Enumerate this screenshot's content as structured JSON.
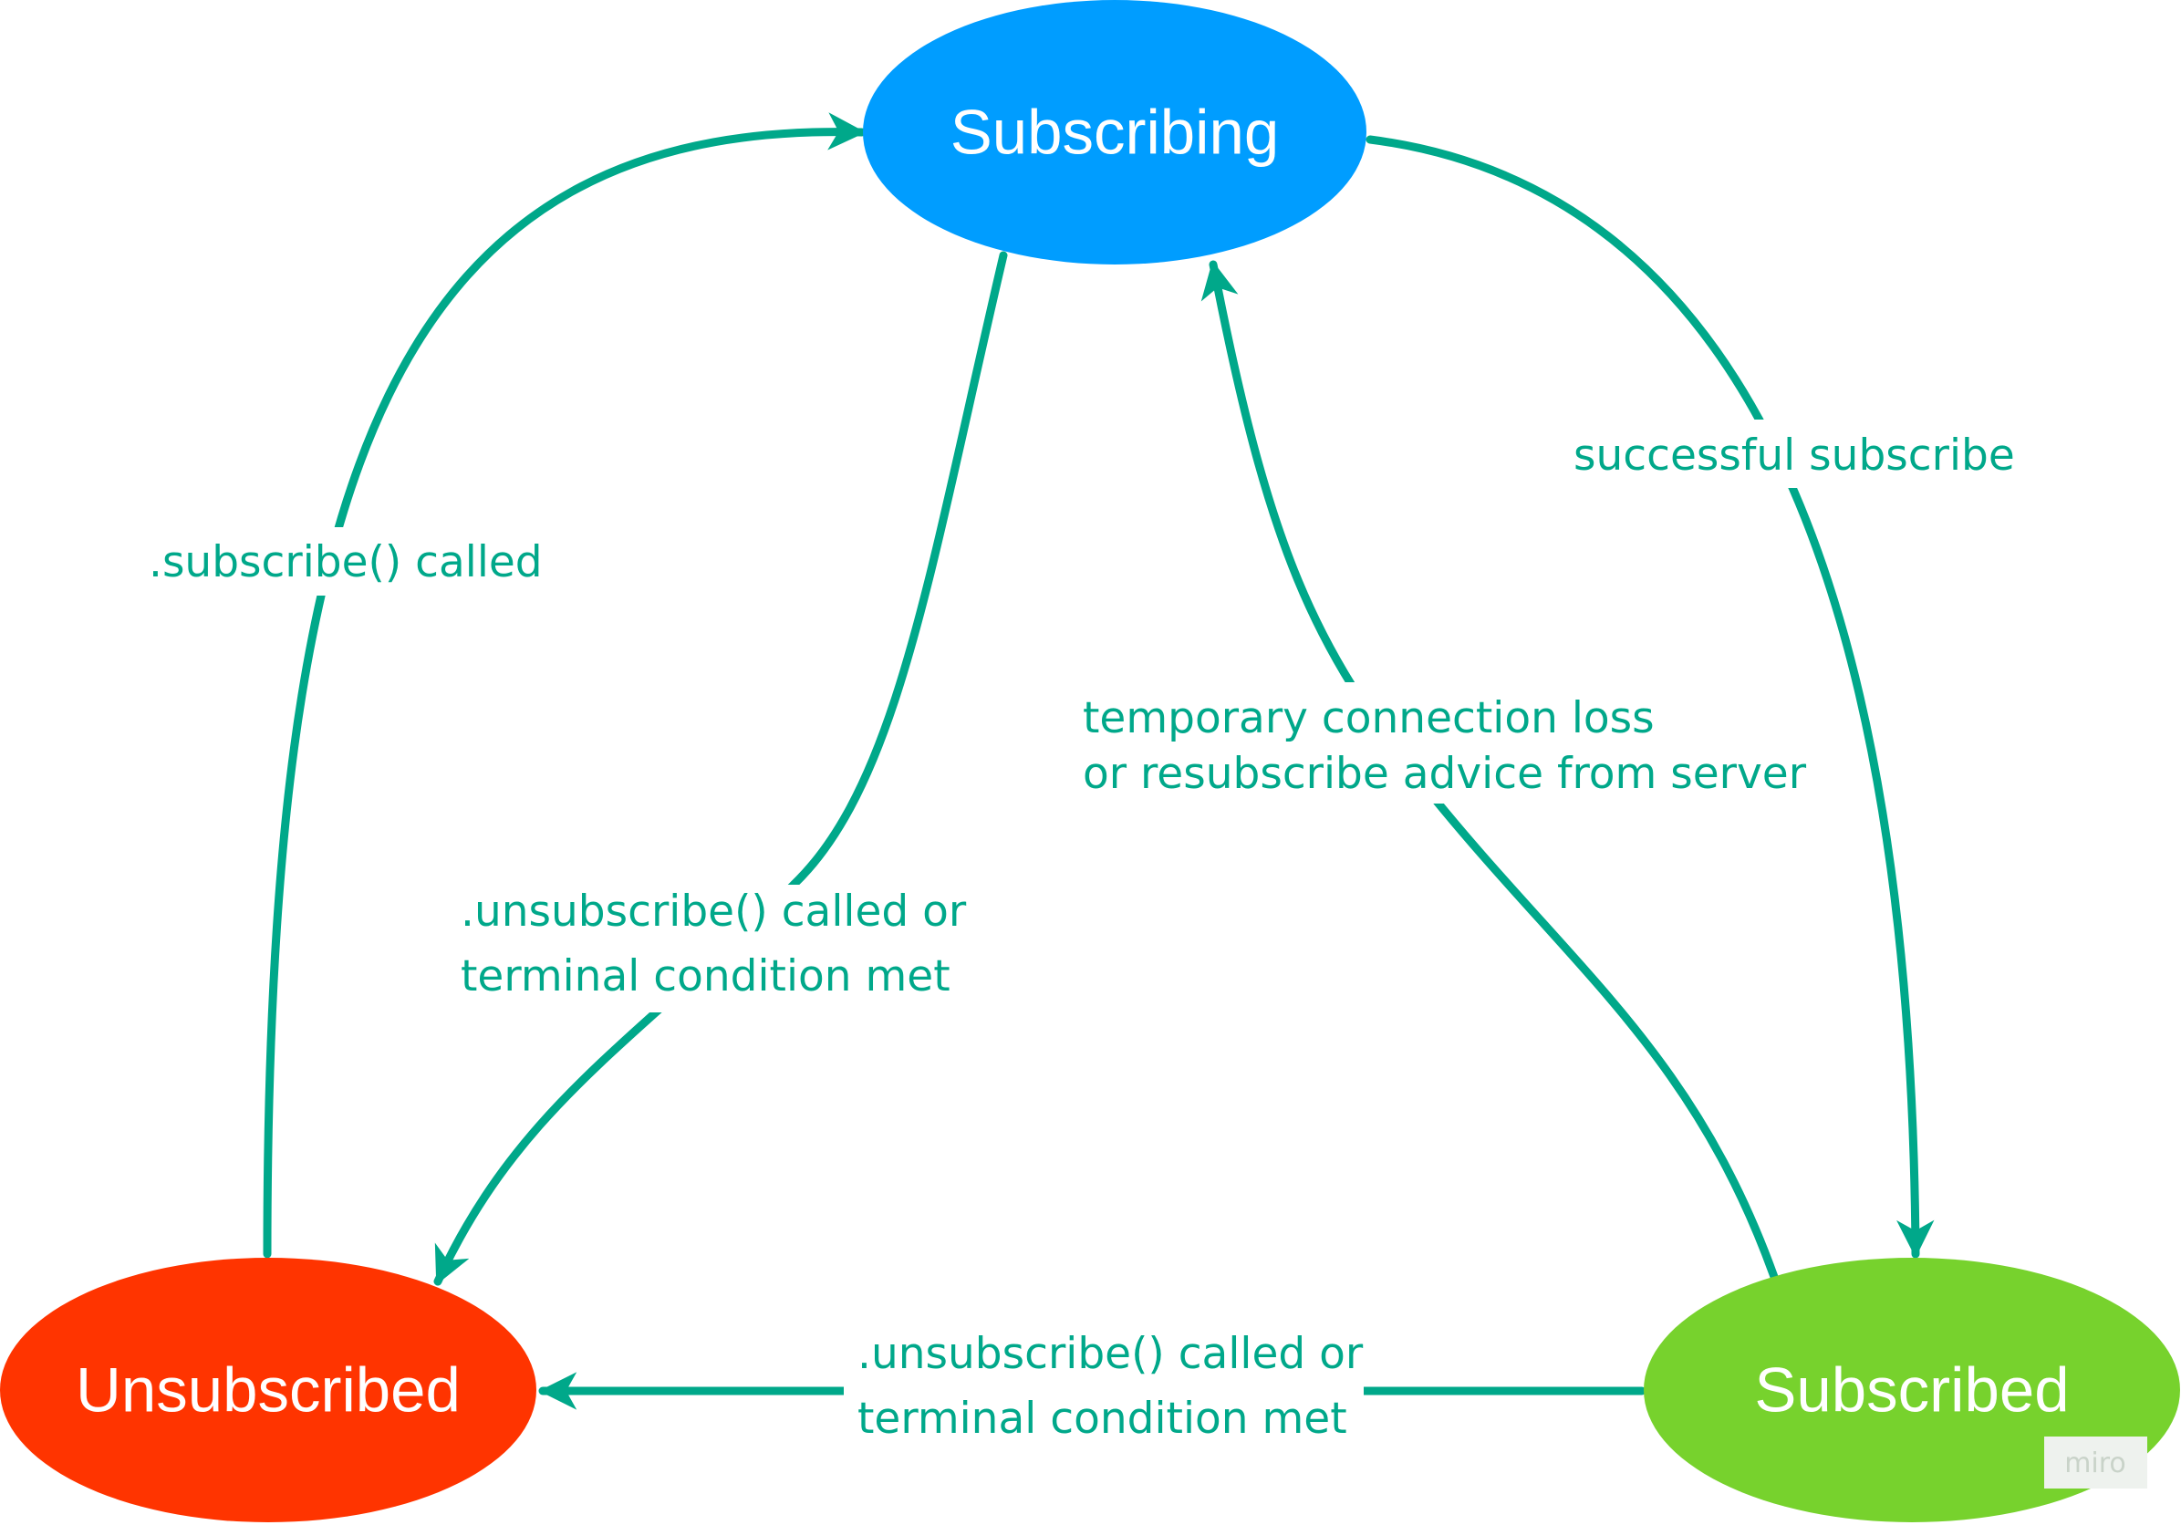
{
  "colors": {
    "edge": "#00a88a",
    "subscribing": "#009dff",
    "unsubscribed": "#ff3400",
    "subscribed": "#77d22d",
    "node_text": "#ffffff",
    "watermark_bg": "#eef2ee",
    "watermark_text": "#c9d3c9"
  },
  "nodes": {
    "subscribing": {
      "label": "Subscribing"
    },
    "unsubscribed": {
      "label": "Unsubscribed"
    },
    "subscribed": {
      "label": "Subscribed"
    }
  },
  "edges": {
    "subscribe_called": {
      "label": ".subscribe() called"
    },
    "successful_subscribe": {
      "label": "successful subscribe"
    },
    "connection_loss": {
      "line1": "temporary connection loss",
      "line2": "or resubscribe advice from server"
    },
    "unsubscribe_from_subscribing": {
      "line1": ".unsubscribe() called or",
      "line2": "terminal condition met"
    },
    "unsubscribe_from_subscribed": {
      "line1": ".unsubscribe() called or",
      "line2": "terminal condition met"
    }
  },
  "watermark": {
    "label": "miro"
  }
}
